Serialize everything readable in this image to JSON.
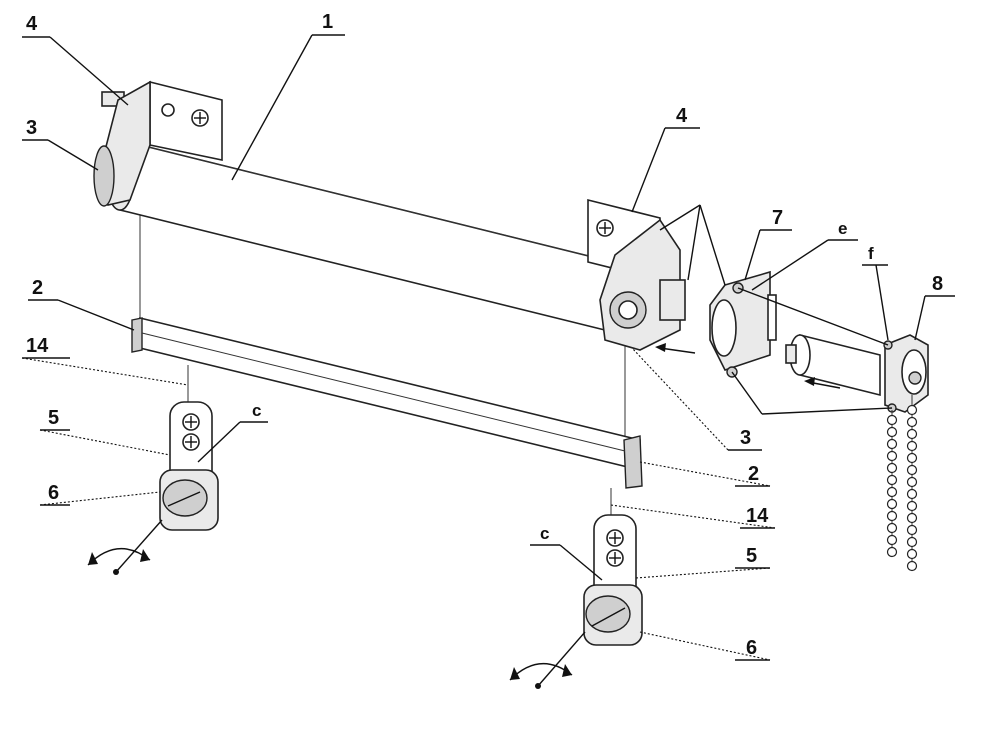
{
  "diagram": {
    "labels": {
      "tube": "1",
      "bottom_rail_left": "2",
      "bottom_rail_right": "2",
      "end_cap_left": "3",
      "end_cap_right": "3",
      "bracket_left": "4",
      "bracket_right": "4",
      "wall_mount_left": "5",
      "wall_mount_right": "5",
      "knob_left": "6",
      "knob_right": "6",
      "adapter": "7",
      "chain_mechanism": "8",
      "cord_left": "14",
      "cord_right": "14",
      "point_c_left": "c",
      "point_c_right": "c",
      "point_e": "e",
      "point_f": "f"
    }
  }
}
